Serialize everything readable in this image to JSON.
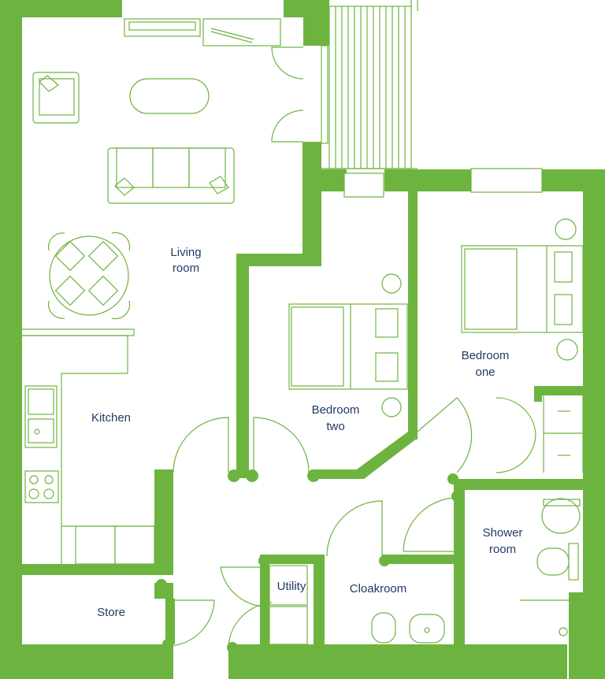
{
  "plan": {
    "colors": {
      "wall": "#6db33f",
      "fixture": "#6db33f",
      "label": "#1f3b63",
      "background": "#ffffff"
    },
    "rooms": {
      "living": {
        "line1": "Living",
        "line2": "room"
      },
      "kitchen": {
        "name": "Kitchen"
      },
      "bedroom_two": {
        "line1": "Bedroom",
        "line2": "two"
      },
      "bedroom_one": {
        "line1": "Bedroom",
        "line2": "one"
      },
      "shower": {
        "line1": "Shower",
        "line2": "room"
      },
      "utility": {
        "name": "Utility"
      },
      "cloakroom": {
        "name": "Cloakroom"
      },
      "store": {
        "name": "Store"
      }
    }
  }
}
